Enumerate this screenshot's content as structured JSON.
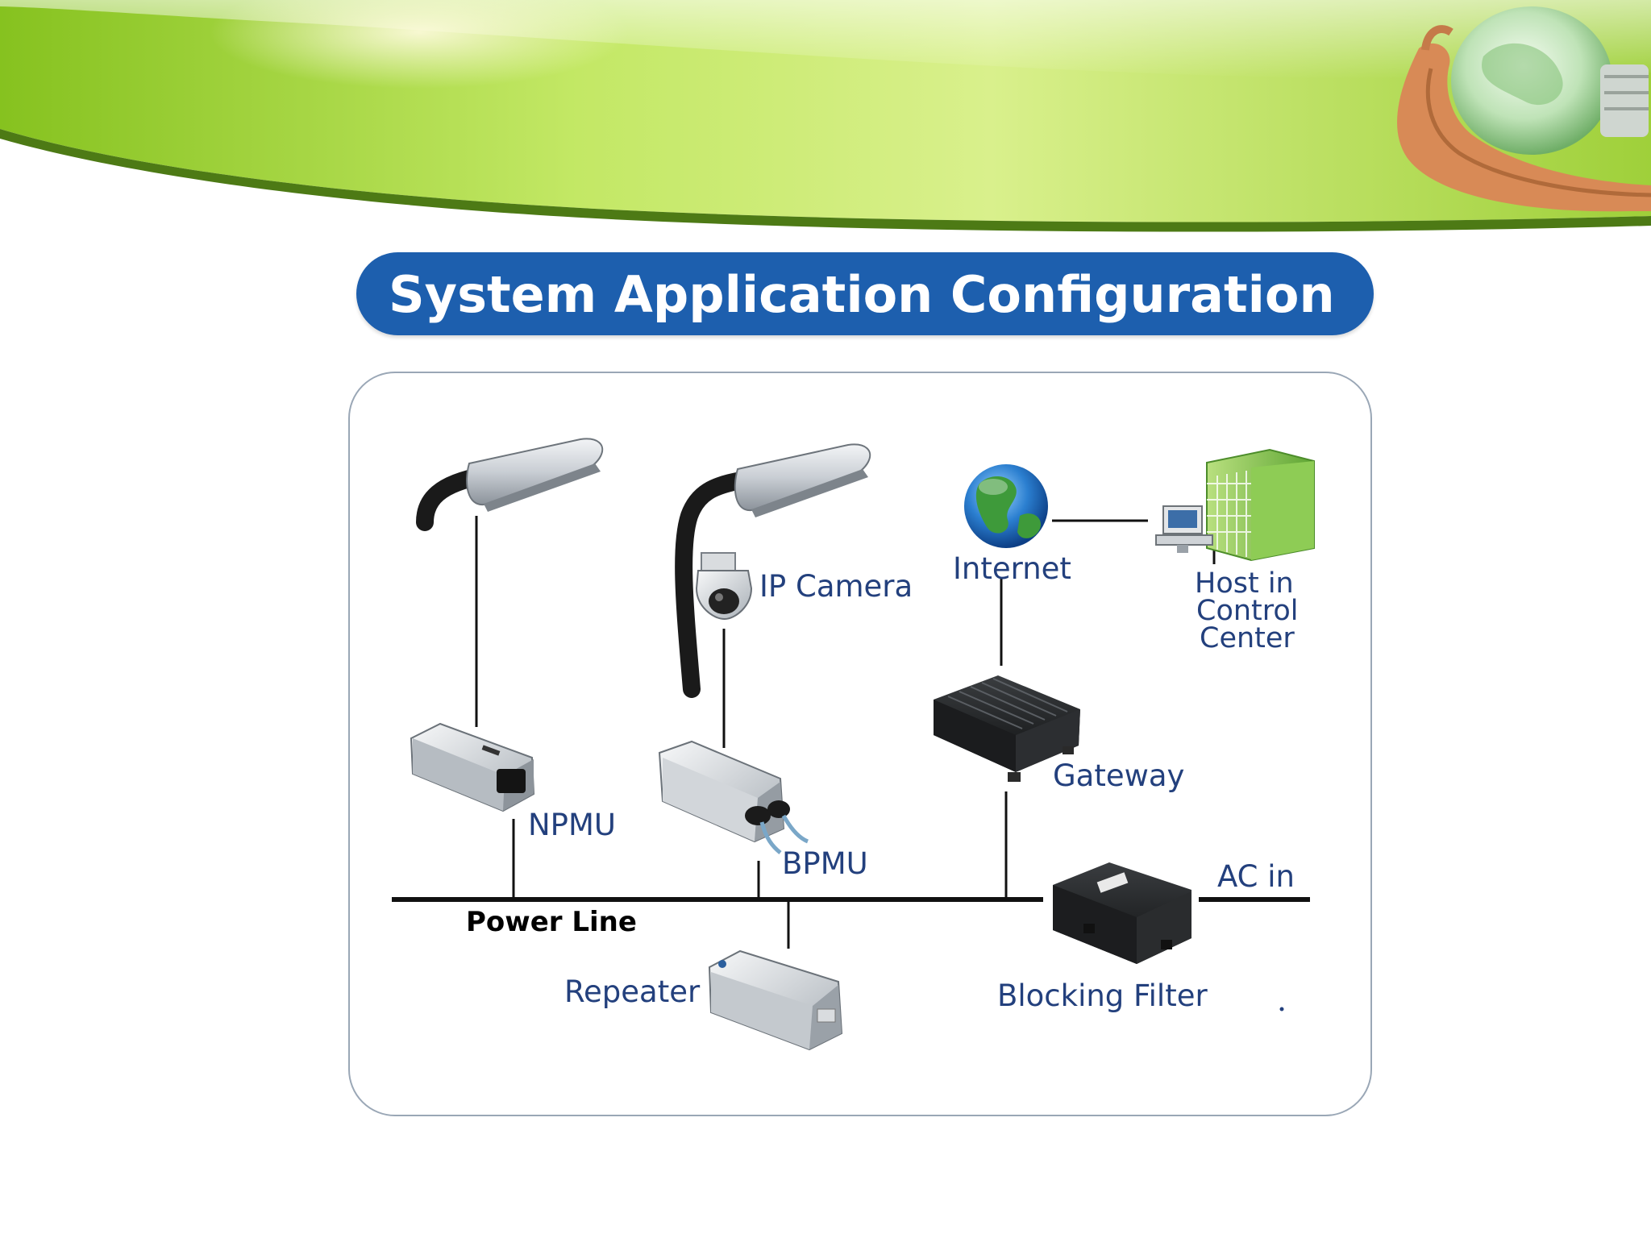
{
  "title": "System Application Configuration",
  "labels": {
    "ip_camera": "IP Camera",
    "internet": "Internet",
    "host_line1": "Host in",
    "host_line2": "Control",
    "host_line3": "Center",
    "gateway": "Gateway",
    "npmu": "NPMU",
    "bpmu": "BPMU",
    "ac_in": "AC in",
    "power_line": "Power Line",
    "repeater": "Repeater",
    "blocking_filter": "Blocking Filter"
  },
  "colors": {
    "title_bg": "#1d5fae",
    "label_text": "#23407d",
    "banner_green": "#a8d63a",
    "line": "#111111"
  },
  "icons": [
    "street-lamp-icon",
    "ip-camera-icon",
    "globe-icon",
    "control-center-building-icon",
    "gateway-icon",
    "npmu-icon",
    "bpmu-icon",
    "repeater-icon",
    "blocking-filter-icon",
    "hands-lightbulb-icon"
  ]
}
